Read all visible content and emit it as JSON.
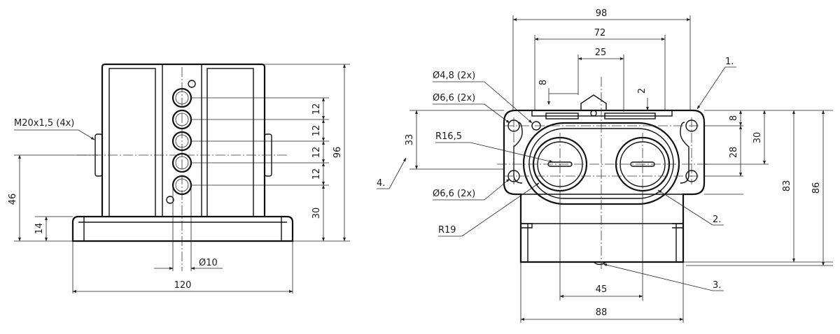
{
  "labels": {
    "thread": "M20x1,5 (4x)",
    "dim_120": "120",
    "dim_96": "96",
    "dim_46": "46",
    "dim_14": "14",
    "dim_30_left": "30",
    "dim_12_a": "12",
    "dim_12_b": "12",
    "dim_12_c": "12",
    "dim_12_d": "12",
    "dia_10": "Ø10",
    "dim_98": "98",
    "dim_72": "72",
    "dim_25": "25",
    "dim_8_top": "8",
    "dim_2": "2",
    "dia_48": "Ø4,8 (2x)",
    "dia_66_top": "Ø6,6 (2x)",
    "dia_66_bottom": "Ø6,6 (2x)",
    "r165": "R16,5",
    "r19": "R19",
    "dim_33": "33",
    "dim_8_right": "8",
    "dim_28": "28",
    "dim_30_right": "30",
    "dim_83": "83",
    "dim_86": "86",
    "dim_45": "45",
    "dim_88": "88",
    "callout_1": "1.",
    "callout_2": "2.",
    "callout_3": "3.",
    "callout_4": "4."
  },
  "colors": {
    "line": "#111111",
    "background": "#ffffff"
  }
}
